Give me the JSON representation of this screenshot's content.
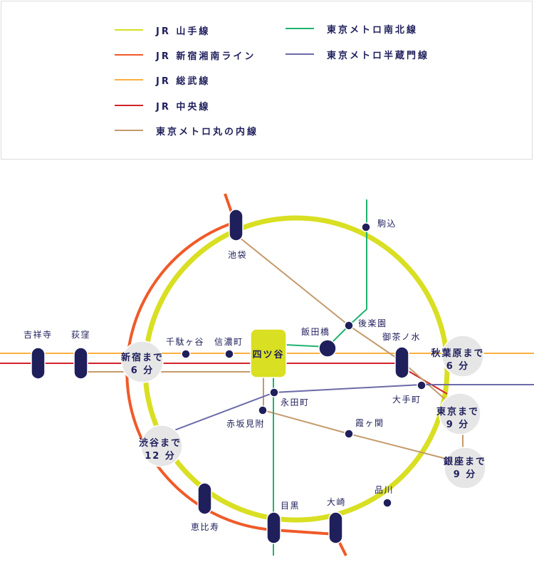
{
  "legend": [
    {
      "label": "JR 山手線",
      "color": "#d9df22"
    },
    {
      "label": "JR 新宿湘南ライン",
      "color": "#f05a28"
    },
    {
      "label": "JR 総武線",
      "color": "#fbb040"
    },
    {
      "label": "JR 中央線",
      "color": "#d2232a"
    },
    {
      "label": "東京メトロ丸の内線",
      "color": "#c49a6c"
    },
    {
      "label": "東京メトロ南北線",
      "color": "#1eb36f"
    },
    {
      "label": "東京メトロ半蔵門線",
      "color": "#6b6ba8"
    }
  ],
  "center": "四ツ谷",
  "stations": {
    "kichijoji": "吉祥寺",
    "ogikubo": "荻窪",
    "sendagaya": "千駄ヶ谷",
    "shinanomachi": "信濃町",
    "ikebukuro": "池袋",
    "komagome": "駒込",
    "korakuen": "後楽園",
    "iidabashi": "飯田橋",
    "ochanomizu": "御茶ノ水",
    "otemachi": "大手町",
    "nagatacho": "永田町",
    "akasakamitsuke": "赤坂見附",
    "kasumigaseki": "霞ヶ関",
    "shinagawa": "品川",
    "osaki": "大崎",
    "meguro": "目黒",
    "ebisu": "恵比寿"
  },
  "hubs": {
    "shinjuku": [
      "新宿まで",
      "6 分"
    ],
    "shibuya": [
      "渋谷まで",
      "12 分"
    ],
    "akihabara": [
      "秋葉原まで",
      "6 分"
    ],
    "tokyo": [
      "東京まで",
      "9 分"
    ],
    "ginza": [
      "銀座まで",
      "9 分"
    ]
  }
}
